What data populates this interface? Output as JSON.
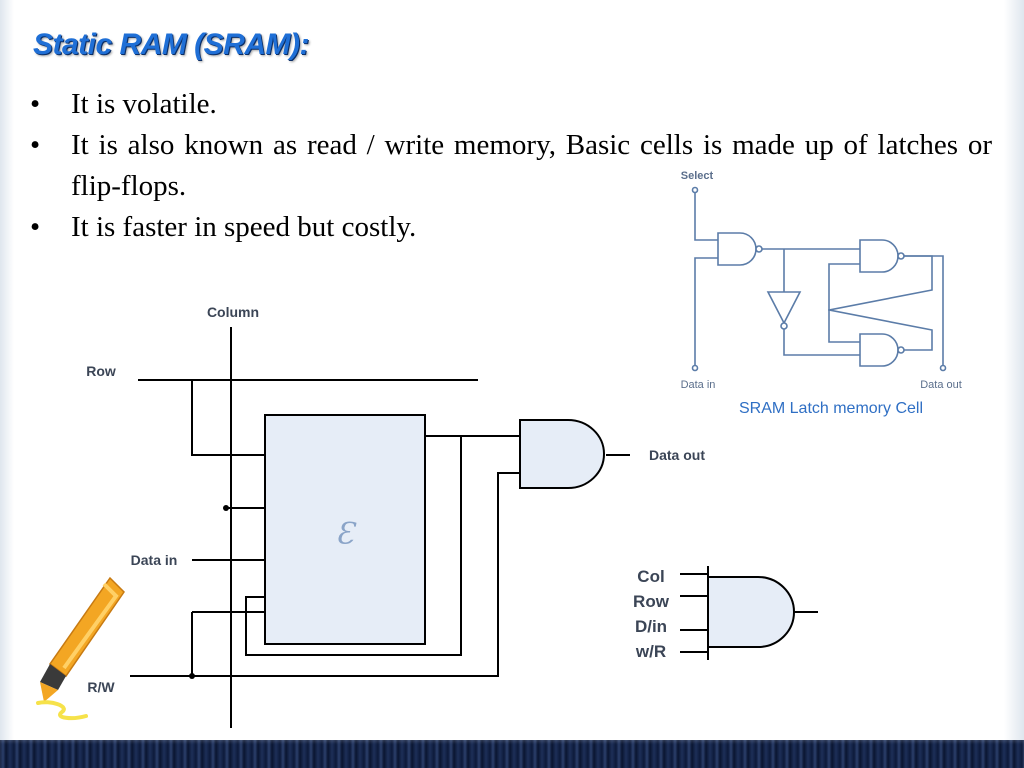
{
  "slide": {
    "title": "Static RAM (SRAM):",
    "bullets": [
      "It is volatile.",
      "It is also known as read / write memory, Basic cells is made up of latches or flip-flops.",
      "It is faster in speed but costly."
    ],
    "bullet_glyph": "•"
  },
  "cell_diagram": {
    "column_label": "Column",
    "row_label": "Row",
    "data_in_label": "Data in",
    "rw_label": "R/W",
    "data_out_label": "Data out",
    "cell_symbol": "Ɛ"
  },
  "latch_diagram": {
    "select_label": "Select",
    "data_in_label": "Data in",
    "data_out_label": "Data out",
    "caption": "SRAM Latch memory Cell",
    "caption_color": "#2f6fc4",
    "line_color": "#5b7ca8"
  },
  "gate_inputs_diagram": {
    "inputs": [
      "Col",
      "Row",
      "D/in",
      "w/R"
    ]
  },
  "decorations": {
    "highlighter_icon": "highlighter-pen-icon",
    "bottom_bar_color": "#0d1a3a"
  }
}
